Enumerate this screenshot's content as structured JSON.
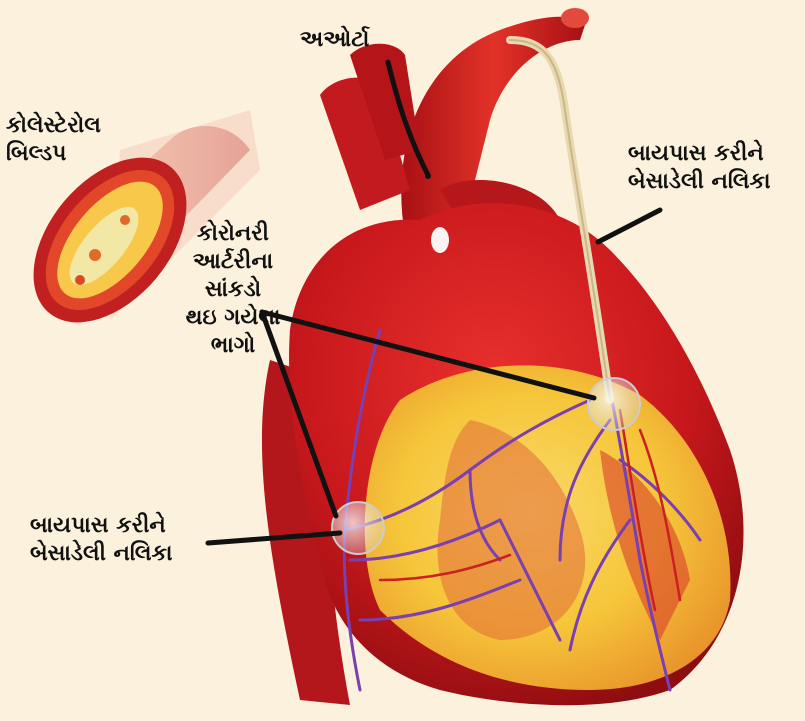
{
  "labels": {
    "aorta": "અઓર્ટા",
    "plaque": [
      "કોલેસ્ટેરોલ",
      "બિલ્ડપ"
    ],
    "narrowed": [
      "કોરોનરી",
      "આર્ટરીના",
      "સાંકડો",
      "થઇ ગયેલા",
      "ભાગો"
    ],
    "graft_right": [
      "બાયપાસ કરીને",
      "બેસાડેલી નલિકા"
    ],
    "graft_left": [
      "બાયપાસ કરીને",
      "બેસાડેલી નલિકા"
    ]
  },
  "colors": {
    "background": "#fbf1dd",
    "heart_red": "#c8181c",
    "heart_dark": "#8e0d10",
    "fat_yellow": "#f6c63a",
    "fat_orange": "#e8922a",
    "vessel_purple": "#7a3fb0",
    "graft": "#e9d9b0",
    "leader": "#111111"
  },
  "icons": [
    "heart-illustration",
    "artery-cross-section-icon",
    "magnifier-circle-icon"
  ]
}
